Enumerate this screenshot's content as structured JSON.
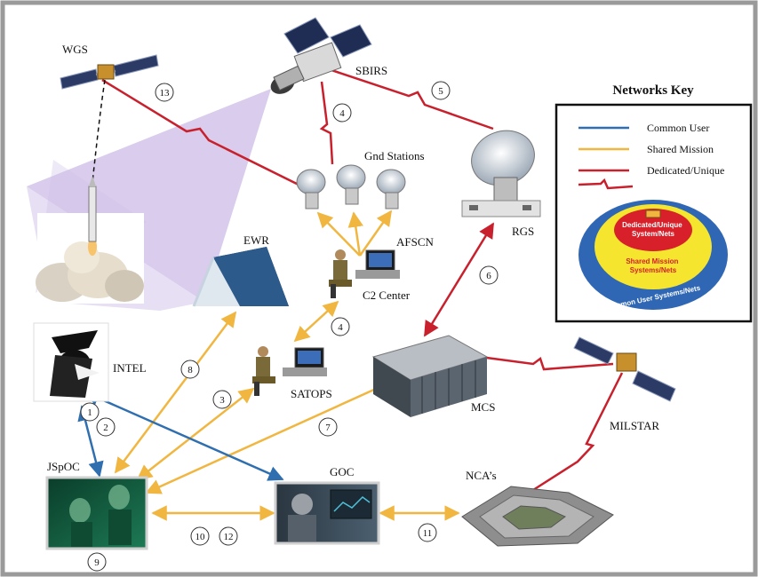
{
  "nodes": {
    "wgs": "WGS",
    "sbirs": "SBIRS",
    "gnd_stations": "Gnd Stations",
    "rgs": "RGS",
    "afscn": "AFSCN",
    "c2_center": "C2 Center",
    "ewr": "EWR",
    "intel": "INTEL",
    "satops": "SATOPS",
    "mcs": "MCS",
    "milstar": "MILSTAR",
    "jspoc": "JSpOC",
    "goc": "GOC",
    "ncas": "NCA’s"
  },
  "link_numbers": {
    "n1": "1",
    "n2": "2",
    "n3": "3",
    "n4a": "4",
    "n4b": "4",
    "n5": "5",
    "n6": "6",
    "n7": "7",
    "n8": "8",
    "n9": "9",
    "n10": "10",
    "n11": "11",
    "n12": "12",
    "n13": "13"
  },
  "key": {
    "title": "Networks Key",
    "common_user": "Common User",
    "shared_mission": "Shared Mission",
    "dedicated_unique": "Dedicated/Unique",
    "badge_inner": "Dedicated/Unique System/Nets",
    "badge_middle": "Shared Mission Systems/Nets",
    "badge_outer": "Common User Systems/Nets"
  },
  "colors": {
    "common_user": "#2f6fb0",
    "shared_mission": "#f0b640",
    "dedicated_unique": "#c8202c",
    "coverage": "#b9a2dd"
  }
}
